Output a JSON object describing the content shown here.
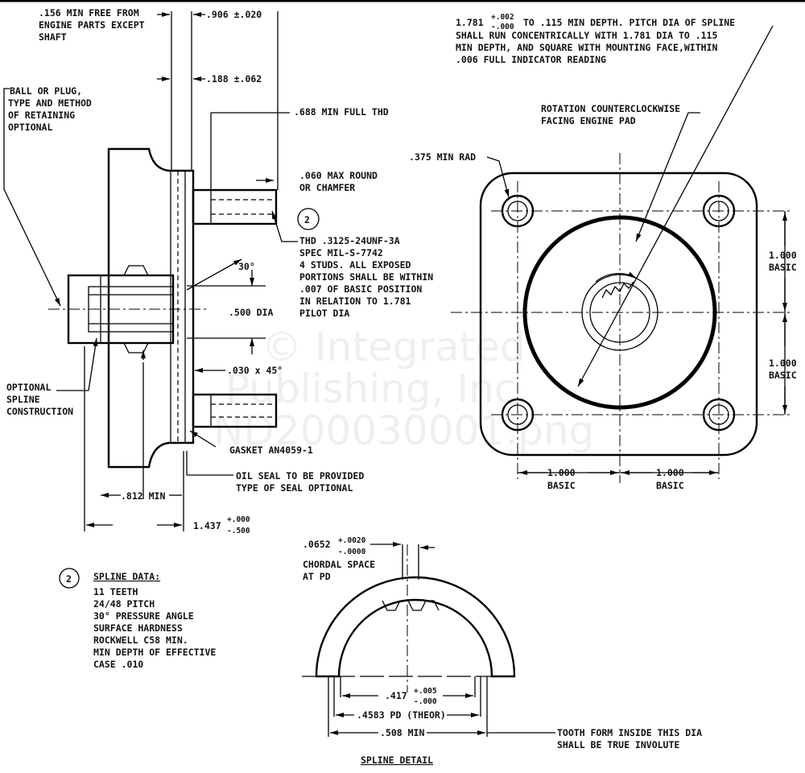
{
  "section_view": {
    "free_note": [
      ".156 MIN FREE FROM",
      "ENGINE PARTS EXCEPT",
      "SHAFT"
    ],
    "dim_906": ".906 ±.020",
    "dim_188": ".188 ±.062",
    "ball_note": [
      "BALL OR PLUG,",
      "TYPE AND METHOD",
      "OF RETAINING",
      "OPTIONAL"
    ],
    "dim_688": ".688 MIN FULL THD",
    "round_note": [
      ".060 MAX ROUND",
      "OR CHAMFER"
    ],
    "callout": "2",
    "thread_note": [
      "THD .3125-24UNF-3A",
      "SPEC MIL-S-7742",
      "4 STUDS.  ALL EXPOSED",
      "PORTIONS SHALL BE WITHIN",
      ".007 OF BASIC POSITION",
      "IN RELATION TO 1.781",
      "PILOT DIA"
    ],
    "angle": "30°",
    "dia_500": ".500 DIA",
    "chamfer": ".030 x 45°",
    "optional_spline": [
      "OPTIONAL",
      "SPLINE",
      "CONSTRUCTION"
    ],
    "gasket": "GASKET AN4059-1",
    "oil_seal": [
      "OIL SEAL TO BE PROVIDED",
      "TYPE OF SEAL OPTIONAL"
    ],
    "dim_812": ".812 MIN",
    "dim_1437": "1.437",
    "tol_1437": [
      "+.000",
      "-.500"
    ]
  },
  "front_view": {
    "pilot_dim": "1.781",
    "pilot_tol": [
      "+.002",
      "-.000"
    ],
    "pilot_note": [
      "TO .115 MIN DEPTH.  PITCH DIA OF SPLINE",
      "SHALL RUN CONCENTRICALLY WITH 1.781 DIA TO .115",
      "MIN DEPTH, AND SQUARE WITH MOUNTING FACE,WITHIN",
      ".006 FULL INDICATOR READING"
    ],
    "rotation_note": [
      "ROTATION COUNTERCLOCKWISE",
      "FACING ENGINE PAD"
    ],
    "pad_radius": ".375 MIN RAD",
    "basic_dims": [
      {
        "value": "1.000",
        "label": "BASIC"
      },
      {
        "value": "1.000",
        "label": "BASIC"
      },
      {
        "value": "1.000",
        "label": "BASIC"
      },
      {
        "value": "1.000",
        "label": "BASIC"
      }
    ]
  },
  "spline_data": {
    "callout": "2",
    "title": "SPLINE DATA:",
    "lines": [
      "11 TEETH",
      "24/48 PITCH",
      "30° PRESSURE ANGLE",
      "SURFACE HARDNESS",
      "ROCKWELL C58 MIN.",
      "MIN DEPTH OF EFFECTIVE",
      "CASE .010"
    ]
  },
  "spline_detail": {
    "chordal_dim": ".0652",
    "chordal_tol": [
      "+.0020",
      "-.0000"
    ],
    "chordal_note": [
      "CHORDAL SPACE",
      "AT PD"
    ],
    "dim_417": ".417",
    "tol_417": [
      "+.005",
      "-.000"
    ],
    "pitch_dia": ".4583 PD (THEOR)",
    "min_dia": ".508 MIN",
    "tooth_note": [
      "TOOTH FORM INSIDE THIS DIA",
      "SHALL BE TRUE INVOLUTE"
    ],
    "title": "SPLINE DETAIL"
  },
  "watermark": [
    "© Integrated",
    "Publishing, Inc.",
    "ND200030001.png"
  ]
}
